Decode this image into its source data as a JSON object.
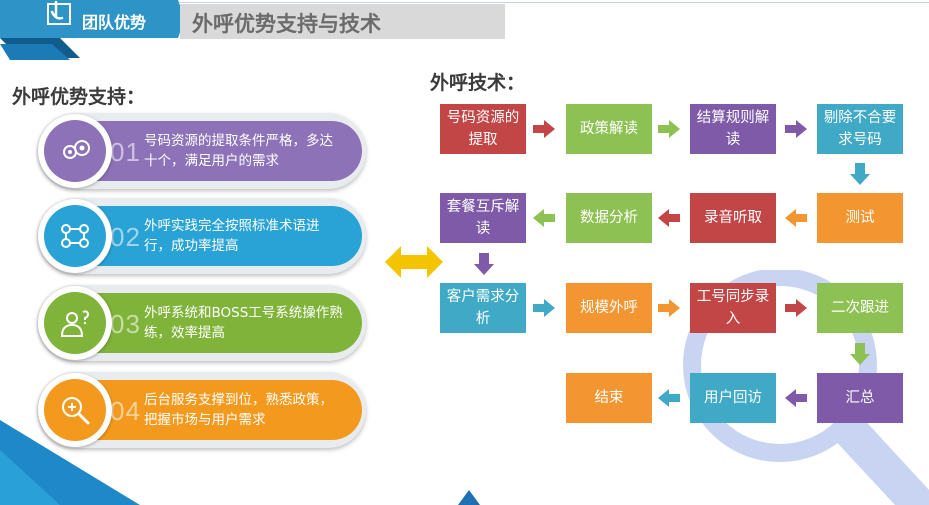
{
  "header": {
    "tab_label": "团队优势",
    "title": "外呼优势支持与技术"
  },
  "left_section": {
    "title": "外呼优势支持：",
    "items": [
      {
        "number": "01",
        "text": "号码资源的提取条件严格，多达十个，满足用户的需求",
        "color": "#8e72b8",
        "icon": "gears-icon"
      },
      {
        "number": "02",
        "text": "外呼实践完全按照标准术语进行，成功率提高",
        "color": "#29a3d6",
        "icon": "network-icon"
      },
      {
        "number": "03",
        "text": "外呼系统和BOSS工号系统操作熟练，效率提高",
        "color": "#7fb33a",
        "icon": "person-question-icon"
      },
      {
        "number": "04",
        "text": "后台服务支撑到位，熟悉政策，把握市场与用户需求",
        "color": "#f39a1e",
        "icon": "magnifier-icon"
      }
    ]
  },
  "right_section": {
    "title": "外呼技术：",
    "steps": [
      "号码资源的提取",
      "政策解读",
      "结算规则解读",
      "剔除不合要求号码",
      "测试",
      "录音听取",
      "数据分析",
      "套餐互斥解读",
      "客户需求分析",
      "规模外呼",
      "工号同步录入",
      "二次跟进",
      "汇总",
      "用户回访",
      "结束"
    ]
  },
  "colors": {
    "red": "#c24646",
    "green": "#8dc153",
    "purple": "#7e5aa8",
    "teal": "#3fa9c6",
    "orange": "#f39632",
    "center_arrow": "#f5c400",
    "magnifier": "#c8d4f2"
  }
}
